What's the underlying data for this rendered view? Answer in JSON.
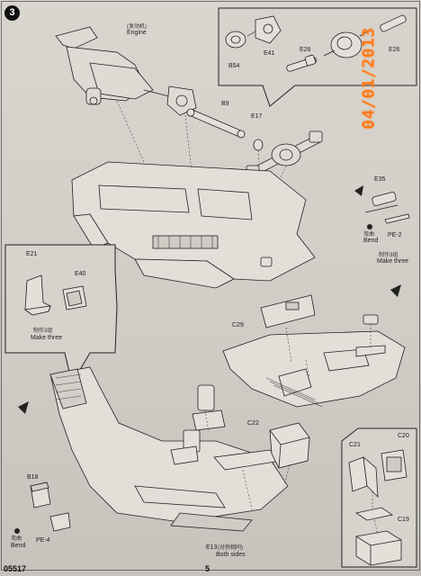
{
  "step_number": "3",
  "stamp_date": "04/01/2013",
  "footer": {
    "kit_number": "05517",
    "page_number": "5"
  },
  "labels": {
    "engine_cn": "(发动机)",
    "engine": "Engine",
    "b54": "B54",
    "e41": "E41",
    "e26_a": "E26",
    "e26_b": "E26",
    "b9": "B9",
    "e17": "E17",
    "e35": "E35",
    "bend_cn_1": "弯曲",
    "bend_1": "Bend",
    "pe2": "PE-2",
    "make_three_cn_1": "制作3组",
    "make_three_1": "Make three",
    "e21": "E21",
    "e40": "E40",
    "make_three_cn_2": "制作3组",
    "make_three_2": "Make three",
    "c29": "C29",
    "c22": "C22",
    "b18": "B18",
    "bend_cn_2": "弯曲",
    "bend_2": "Bend",
    "pe4": "PE-4",
    "e13": "E13",
    "e13_cn": "(对侧相同)",
    "both_sides": "Both sides",
    "c21": "C21",
    "c20": "C20",
    "c19": "C19"
  }
}
